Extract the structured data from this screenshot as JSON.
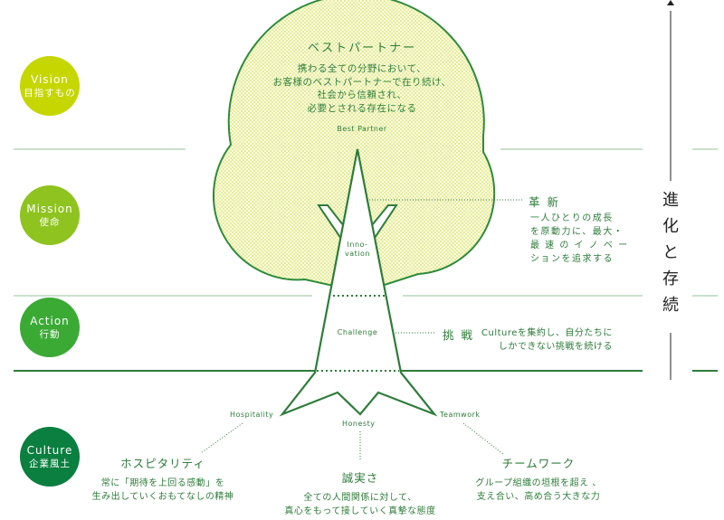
{
  "colors": {
    "vision": "#c6d600",
    "mission": "#8fc31f",
    "action": "#3aaa35",
    "culture": "#0b7f3f",
    "line": "#2e7d3a",
    "light_line": "#a9cfb0"
  },
  "levels": [
    {
      "en": "Vision",
      "jp": "目指すもの"
    },
    {
      "en": "Mission",
      "jp": "使命"
    },
    {
      "en": "Action",
      "jp": "行動"
    },
    {
      "en": "Culture",
      "jp": "企業風土"
    }
  ],
  "vision": {
    "title": "ベストパートナー",
    "lines": [
      "携わる全ての分野において、",
      "お客様のベストパートナーで在り続け、",
      "社会から信頼され、",
      "必要とされる存在になる"
    ],
    "label": "Best Partner"
  },
  "innovation": {
    "label_1": "Inno-",
    "label_2": "vation",
    "title": "革 新",
    "lines": [
      "一人ひとりの成長",
      "を原動力に、最大・",
      "最 速 の イ ノ ベ ー",
      "ションを追求する"
    ]
  },
  "challenge": {
    "label": "Challenge",
    "title": "挑 戦",
    "lines": [
      "Cultureを集約し、自分たちに",
      "しかできない挑戦を続ける"
    ]
  },
  "hospitality": {
    "label": "Hospitality",
    "title": "ホスピタリティ",
    "lines": [
      "常に「期待を上回る感動」を",
      "生み出していくおもてなしの精神"
    ]
  },
  "honesty": {
    "label": "Honesty",
    "title": "誠実さ",
    "lines": [
      "全ての人間関係に対して、",
      "真心をもって接していく真摯な態度"
    ]
  },
  "teamwork": {
    "label": "Teamwork",
    "title": "チームワーク",
    "lines": [
      "グループ組織の垣根を超え 、",
      "支え合い、高め合う大きな力"
    ]
  },
  "axis": {
    "label": "進化と存続"
  }
}
